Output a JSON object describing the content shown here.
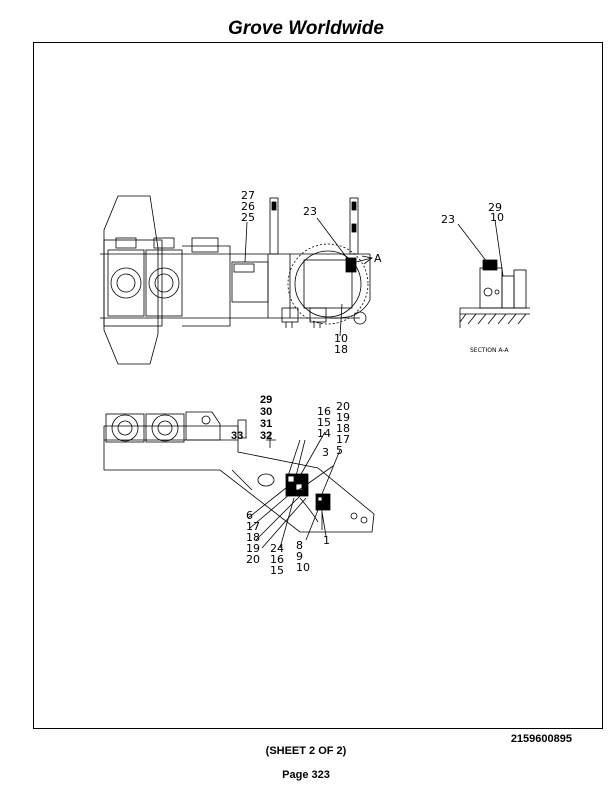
{
  "header": {
    "title": "Grove Worldwide"
  },
  "footer": {
    "document_number": "2159600895",
    "sheet": "(SHEET 2 OF 2)",
    "page": "Page 323"
  },
  "drawing": {
    "top_view_labels": [
      "27",
      "26",
      "25",
      "23",
      "A",
      "10",
      "18"
    ],
    "section_labels": [
      "23",
      "29",
      "10"
    ],
    "section_caption": "SECTION A-A",
    "side_view_labels": [
      "29",
      "30",
      "31",
      "32",
      "33",
      "16",
      "15",
      "14",
      "20",
      "19",
      "18",
      "17",
      "5",
      "3",
      "6",
      "17",
      "18",
      "19",
      "20",
      "24",
      "16",
      "15",
      "8",
      "9",
      "10",
      "1"
    ]
  }
}
